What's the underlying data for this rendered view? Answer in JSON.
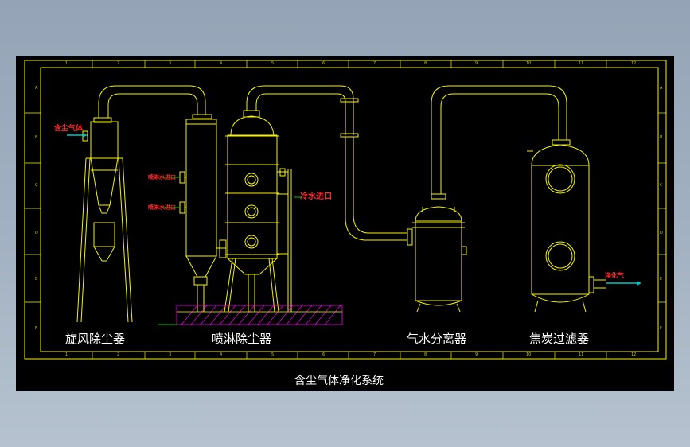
{
  "title": "含尘气体净化系统",
  "equipment": [
    {
      "name": "旋风除尘器"
    },
    {
      "name": "喷淋除尘器"
    },
    {
      "name": "气水分离器"
    },
    {
      "name": "焦炭过滤器"
    }
  ],
  "annotations": {
    "inlet": "含尘气体",
    "spray_inlet_1": "喷淋水进口",
    "spray_inlet_2": "喷淋水进口",
    "water_inlet": "冷水进口",
    "outlet": "净化气"
  },
  "frame": {
    "top_ticks": [
      "1",
      "2",
      "3",
      "4",
      "5",
      "6",
      "7",
      "8",
      "9",
      "10",
      "11",
      "12"
    ],
    "side_ticks": [
      "A",
      "B",
      "C",
      "D",
      "E",
      "F"
    ]
  },
  "colors": {
    "canvas": "#000000",
    "line": "#f4f400",
    "hatch": "#ff00ff",
    "annotation": "#ff2a2a",
    "arrow": "#00c8c8"
  }
}
